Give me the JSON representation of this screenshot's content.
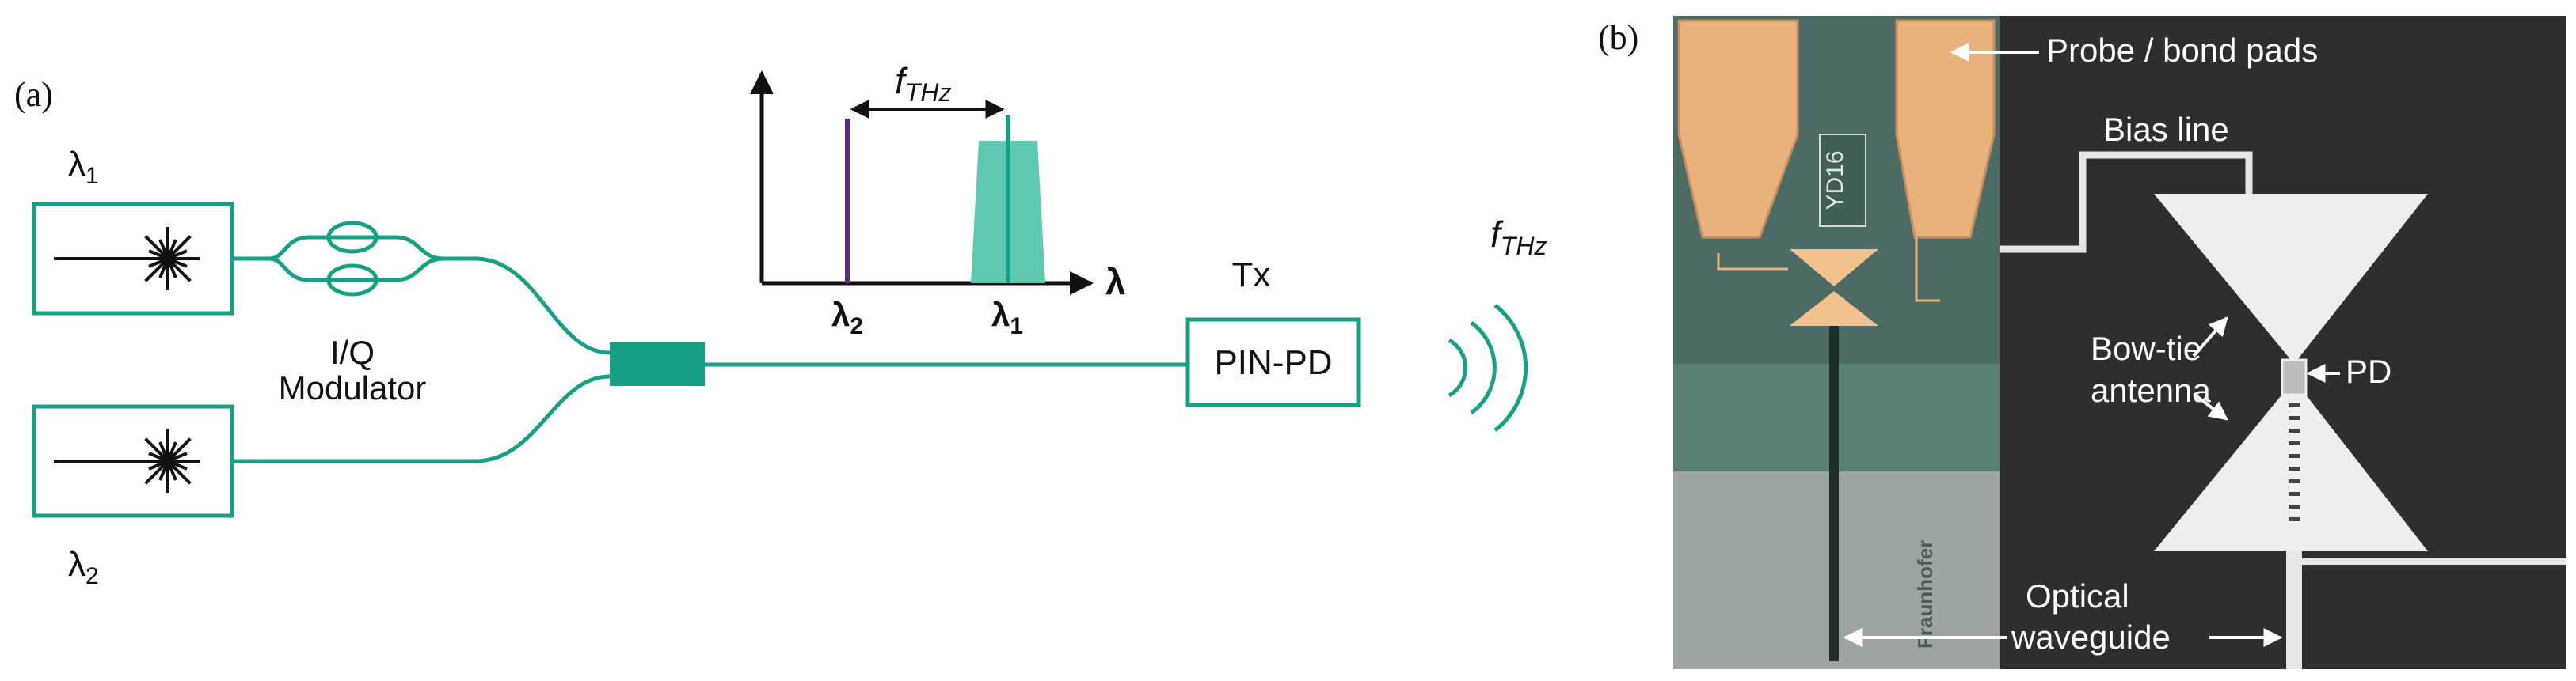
{
  "panel_a": {
    "label": "(a)",
    "laser1_label": "λ",
    "laser1_sub": "1",
    "laser2_label": "λ",
    "laser2_sub": "2",
    "modulator_label_line1": "I/Q",
    "modulator_label_line2": "Modulator",
    "tx_label": "Tx",
    "pd_label": "PIN-PD",
    "thz_label": "f",
    "thz_sub": "THz",
    "spectrum": {
      "spacing_label": "f",
      "spacing_sub": "THz",
      "axis_label": "λ",
      "tick1_label": "λ",
      "tick1_sub": "2",
      "tick2_label": "λ",
      "tick2_sub": "1"
    },
    "colors": {
      "accent": "#16a085",
      "line_dark": "#5a2a86",
      "fill_light": "#5ec8b0"
    }
  },
  "panel_b": {
    "label": "(b)",
    "annotations": {
      "probe_pads": "Probe / bond pads",
      "bias_line": "Bias line",
      "bowtie_line1": "Bow-tie",
      "bowtie_line2": "antenna",
      "pd": "PD",
      "waveguide_line1": "Optical",
      "waveguide_line2": "waveguide"
    },
    "chip_marking": "YD16",
    "brand": "Fraunhofer"
  }
}
